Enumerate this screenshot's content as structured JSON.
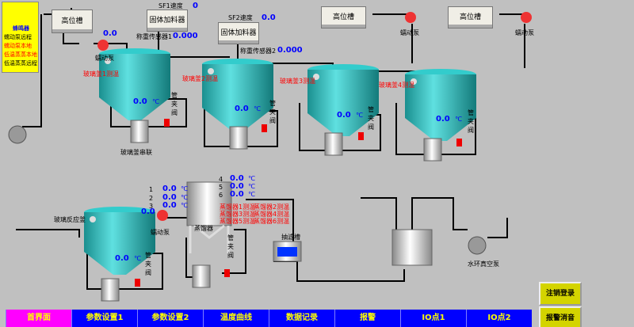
{
  "legend": {
    "title": "蜂鸣器",
    "items": [
      {
        "label": "蠕动泵远程",
        "color": "#000000"
      },
      {
        "label": "蠕动泵本地",
        "color": "#ff0000"
      },
      {
        "label": "低温蒸蒸本地",
        "color": "#ff0000"
      },
      {
        "label": "低温蒸蒸远程",
        "color": "#000000"
      }
    ]
  },
  "tanks_top": {
    "high_tank": "高位槽",
    "pump": "蠕动泵",
    "pump1_value": "0.0"
  },
  "feeder1": {
    "speed_label": "SF1速度",
    "speed": "0",
    "name": "固体加料器",
    "sensor_label": "称重传感器1",
    "sensor": "0.000"
  },
  "feeder2": {
    "speed_label": "SF2速度",
    "speed": "0.0",
    "name": "固体加料器",
    "sensor_label": "称重传感器2",
    "sensor": "0.000"
  },
  "kettles": [
    {
      "label": "玻璃釜1测温",
      "temp": "0.0"
    },
    {
      "label": "玻璃釜2测温",
      "temp": "0.0"
    },
    {
      "label": "玻璃釜3测温",
      "temp": "0.0"
    },
    {
      "label": "玻璃釜4测温",
      "temp": "0.0"
    }
  ],
  "unit": "℃",
  "valve": "管夹阀",
  "series_label": "玻璃釜串联",
  "reactor": {
    "label": "玻璃反应釜",
    "temp": "0.0",
    "pump": "蠕动泵",
    "pump_value": "0.0"
  },
  "distiller": {
    "name": "蒸馏器",
    "temps": [
      {
        "n": "1",
        "v": "0.0"
      },
      {
        "n": "2",
        "v": "0.0"
      },
      {
        "n": "3",
        "v": "0.0"
      },
      {
        "n": "4",
        "v": "0.0"
      },
      {
        "n": "5",
        "v": "0.0"
      },
      {
        "n": "6",
        "v": "0.0"
      }
    ],
    "labels": [
      "蒸馏器1测温",
      "蒸馏器2测温",
      "蒸馏器3测温",
      "蒸馏器4测温",
      "蒸馏器5测温",
      "蒸馏器6测温"
    ]
  },
  "filter": "抽滤槽",
  "vacuum_pump": "水环真空泵",
  "buttons": {
    "logout": "注销登录",
    "silence": "报警消音"
  },
  "nav": [
    {
      "label": "首界面",
      "active": true
    },
    {
      "label": "参数设置1"
    },
    {
      "label": "参数设置2"
    },
    {
      "label": "温度曲线"
    },
    {
      "label": "数据记录"
    },
    {
      "label": "报警"
    },
    {
      "label": "IO点1"
    },
    {
      "label": "IO点2"
    }
  ],
  "colors": {
    "tank": "#2fb5b5",
    "nav": "#0000ff",
    "nav_active": "#ff00ff",
    "legend": "#ffff00"
  }
}
